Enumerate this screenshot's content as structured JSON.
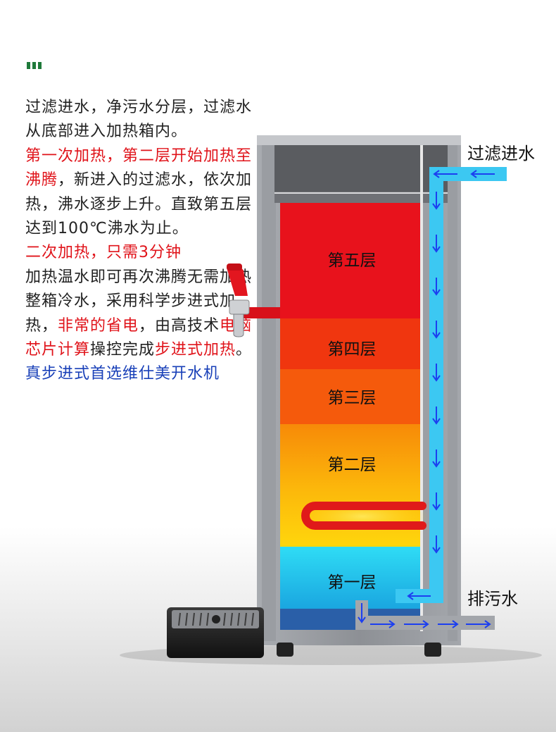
{
  "description": {
    "p1": "过滤进水，净污水分层，过滤水从底部进入加热箱内。",
    "p2_red": "第一次加热，第二层开始加热至沸腾",
    "p2_rest": "，新进入的过滤水，依次加热，沸水逐步上升。直致第五层达到100℃沸水为止。",
    "p3_red": "二次加热，只需3分钟",
    "p3_rest1": "加热温水即可再次沸腾无需加热整箱冷水，采用科学步进式加热，",
    "p3_red2": "非常的省电",
    "p3_rest2": "，由高技术",
    "p3_red3": "电脑芯片计算",
    "p3_rest3": "操控完成",
    "p3_red4": "步进式加热",
    "p3_end": "。",
    "p4_blue": "真步进式首选维仕美开水机"
  },
  "labels": {
    "inlet": "过滤进水",
    "drain": "排污水"
  },
  "layers": [
    {
      "name": "第五层",
      "color": "#e8121c"
    },
    {
      "name": "第四层",
      "color": "#f0360f"
    },
    {
      "name": "第三层",
      "color": "#f55a0c"
    },
    {
      "name": "第二层",
      "color": "#fba20a"
    },
    {
      "name": "第一层",
      "color": "#2ad3ef"
    }
  ],
  "colors": {
    "pipe": "#3cc8f2",
    "arrow": "#1c3ff0",
    "cabinet": "#8a8d92",
    "tap": "#d8101a"
  }
}
